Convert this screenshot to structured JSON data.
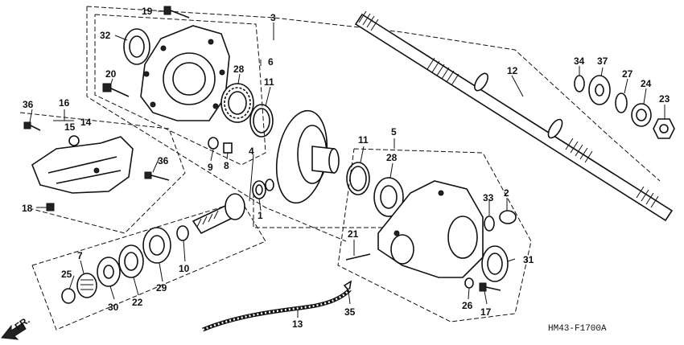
{
  "diagram": {
    "code": "HM43-F1700A",
    "direction_label": "FR.",
    "callouts": {
      "p1": "1",
      "p2": "2",
      "p3": "3",
      "p4": "4",
      "p5": "5",
      "p6": "6",
      "p7": "7",
      "p8": "8",
      "p9": "9",
      "p10": "10",
      "p11a": "11",
      "p11b": "11",
      "p12": "12",
      "p13": "13",
      "p14": "14",
      "p15": "15",
      "p16": "16",
      "p17": "17",
      "p18": "18",
      "p19": "19",
      "p20": "20",
      "p21": "21",
      "p22": "22",
      "p23": "23",
      "p24": "24",
      "p25": "25",
      "p26": "26",
      "p27": "27",
      "p28a": "28",
      "p28b": "28",
      "p29": "29",
      "p30": "30",
      "p31": "31",
      "p32": "32",
      "p33": "33",
      "p34": "34",
      "p35": "35",
      "p36a": "36",
      "p36b": "36",
      "p37": "37"
    }
  }
}
